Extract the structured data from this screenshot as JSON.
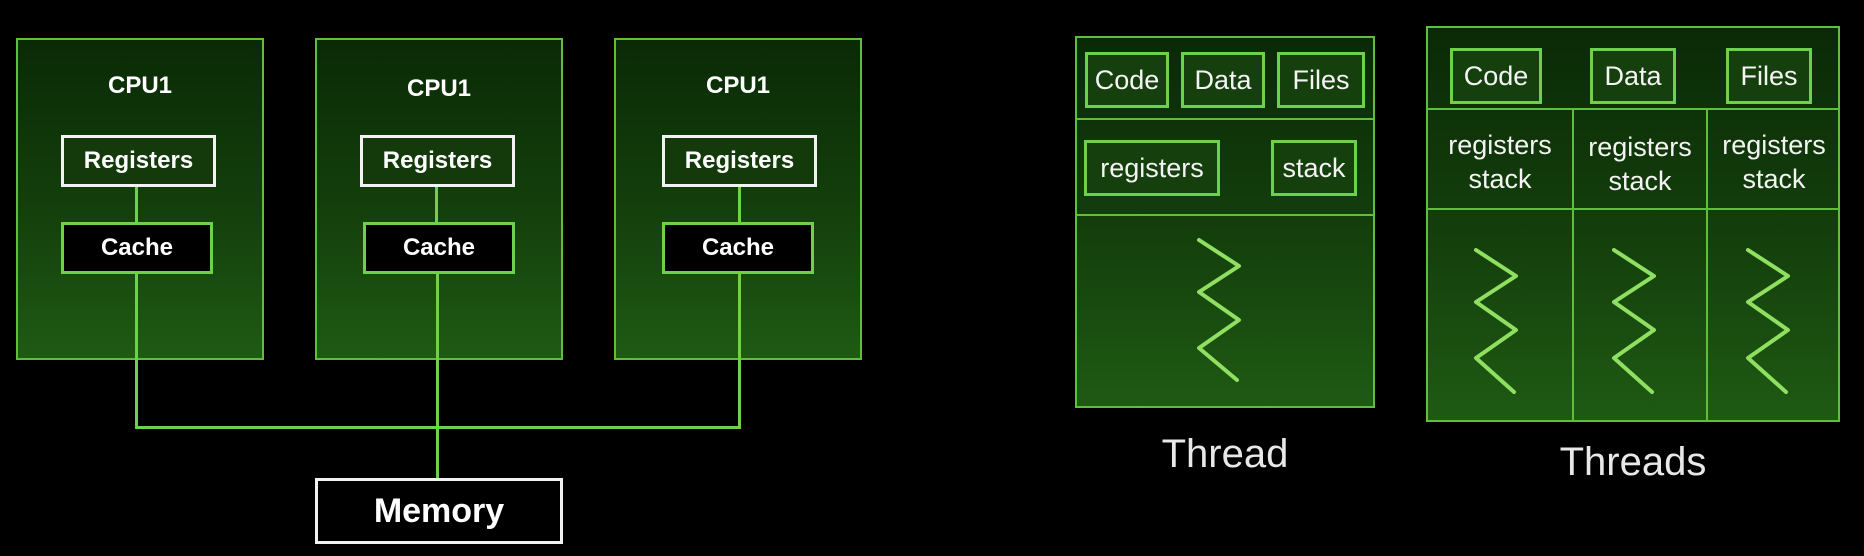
{
  "cpu_diagram": {
    "cpus": [
      {
        "label": "CPU1",
        "registers": "Registers",
        "cache": "Cache"
      },
      {
        "label": "CPU1",
        "registers": "Registers",
        "cache": "Cache"
      },
      {
        "label": "CPU1",
        "registers": "Registers",
        "cache": "Cache"
      }
    ],
    "memory": "Memory"
  },
  "single_thread": {
    "shared": [
      "Code",
      "Data",
      "Files"
    ],
    "private": [
      "registers",
      "stack"
    ],
    "caption": "Thread"
  },
  "multi_thread": {
    "shared": [
      "Code",
      "Data",
      "Files"
    ],
    "threads": [
      {
        "line1": "registers",
        "line2": "stack"
      },
      {
        "line1": "registers",
        "line2": "stack"
      },
      {
        "line1": "registers",
        "line2": "stack"
      }
    ],
    "caption": "Threads"
  },
  "colors": {
    "accent": "#6fd04a",
    "panel": "#14400c",
    "background": "#000000"
  }
}
